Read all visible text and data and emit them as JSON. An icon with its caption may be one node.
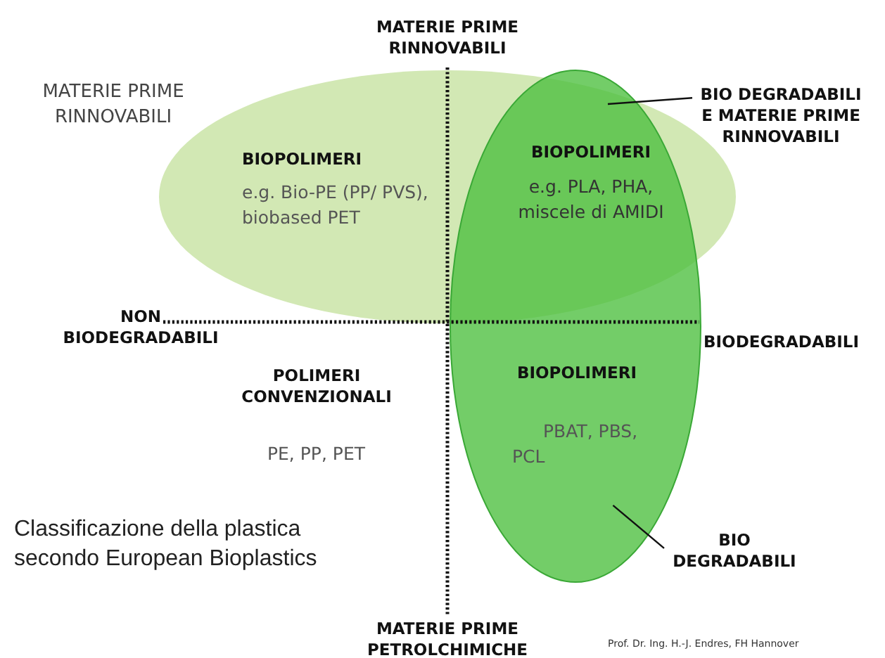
{
  "diagram": {
    "caption": "Classificazione della plastica secondo European Bioplastics",
    "nodes": [
      {
        "text": [
          "BIOPOLIMERI",
          "e.g. Bio-PE (PP/ PVS), biobased PET"
        ]
      },
      {
        "text": [
          "BIOPOLIMERI",
          "PBAT, PBS, PCL"
        ]
      },
      {
        "text": [
          "BIOPOLIMERI",
          "e.g. PLA, PHA, miscele di AMIDI"
        ]
      },
      {
        "text": [
          "BIO DEGRADABILI E MATERIE PRIME RINNOVABILI"
        ]
      },
      {
        "text": [
          "BIO DEGRADABILI"
        ]
      }
    ],
    "edges": [
      {
        "from": 3,
        "to": 2,
        "arrow": "none"
      },
      {
        "from": 4,
        "to": 1,
        "arrow": "none"
      }
    ],
    "labels": [
      "MATERIE PRIME RINNOVABILI",
      "MATERIE PRIME RINNOVABILI",
      "NON BIODEGRADABILI",
      "BIODEGRADABILI",
      "POLIMERI CONVENZIONALI",
      "PE, PP, PET",
      "MATERIE PRIME PETROLCHIMICHE",
      "Prof. Dr. Ing. H.-J. Endres, FH Hannover"
    ]
  }
}
